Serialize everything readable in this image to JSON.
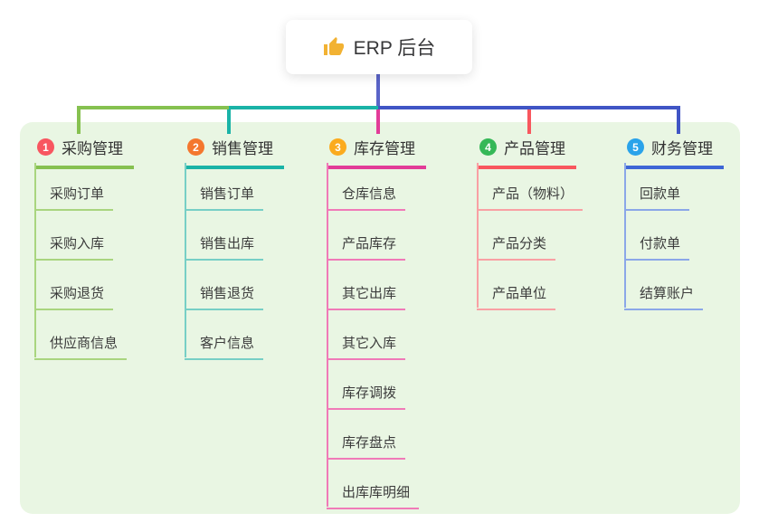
{
  "root": {
    "label": "ERP 后台",
    "icon": "thumbs-up-icon"
  },
  "branches": [
    {
      "num": "1",
      "label": "采购管理",
      "badge_color": "#f85660",
      "line_color": "#86c150",
      "child_line_color": "#a9d57f",
      "children": [
        "采购订单",
        "采购入库",
        "采购退货",
        "供应商信息"
      ]
    },
    {
      "num": "2",
      "label": "销售管理",
      "badge_color": "#f4772e",
      "line_color": "#1ab3a7",
      "child_line_color": "#77cfc6",
      "children": [
        "销售订单",
        "销售出库",
        "销售退货",
        "客户信息"
      ]
    },
    {
      "num": "3",
      "label": "库存管理",
      "badge_color": "#fbab1e",
      "line_color": "#e23c98",
      "child_line_color": "#f07ab8",
      "children": [
        "仓库信息",
        "产品库存",
        "其它出库",
        "其它入库",
        "库存调拨",
        "库存盘点",
        "出库库明细"
      ]
    },
    {
      "num": "4",
      "label": "产品管理",
      "badge_color": "#35b857",
      "line_color": "#f8575e",
      "child_line_color": "#f9a0a4",
      "children": [
        "产品（物料）",
        "产品分类",
        "产品单位"
      ]
    },
    {
      "num": "5",
      "label": "财务管理",
      "badge_color": "#2aa3ea",
      "line_color": "#3e66d6",
      "child_line_color": "#8ba7e8",
      "children": [
        "回款单",
        "付款单",
        "结算账户"
      ]
    }
  ],
  "colors": {
    "panel_background": "#e9f6e3",
    "root_connector": "#5a64c8",
    "right_connector": "#4055c5",
    "thumb_icon": "#f2b233"
  }
}
